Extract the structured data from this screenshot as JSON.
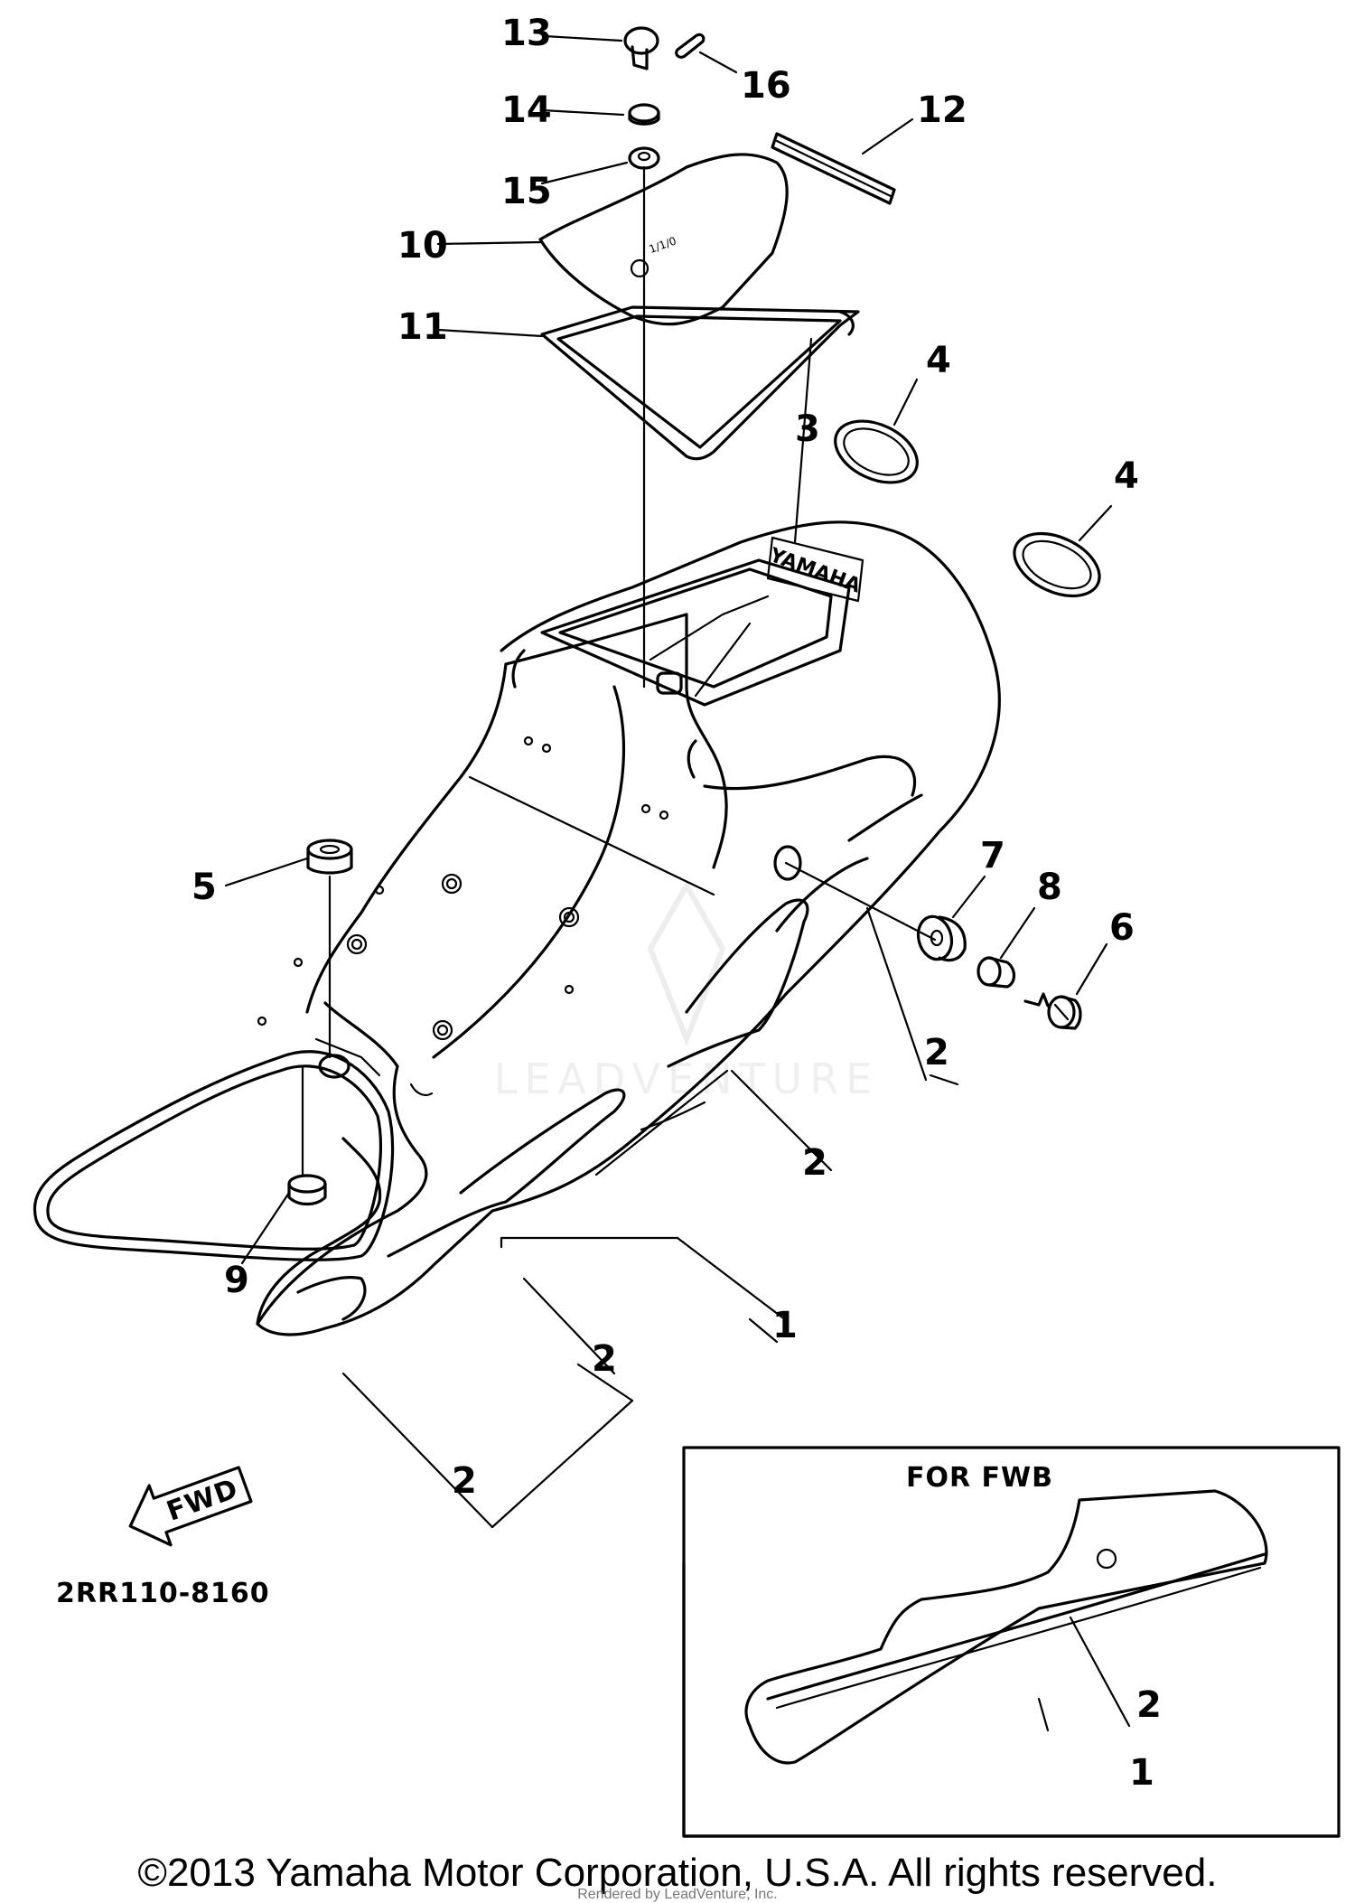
{
  "callouts": {
    "c13": "13",
    "c16": "16",
    "c14": "14",
    "c12": "12",
    "c15": "15",
    "c10": "10",
    "c11": "11",
    "c4a": "4",
    "c3": "3",
    "c4b": "4",
    "c5": "5",
    "c7": "7",
    "c8": "8",
    "c6": "6",
    "c2a": "2",
    "c2b": "2",
    "c9": "9",
    "c1": "1",
    "c2c": "2",
    "c2d": "2",
    "inset2": "2",
    "inset1": "1"
  },
  "fwd_label": "FWD",
  "diagram_code": "2RR110-8160",
  "inset_title": "FOR FWB",
  "watermark_text": "LEADVENTURE",
  "footer": {
    "copyright": "©2013 Yamaha Motor Corporation, U.S.A. All rights reserved.",
    "rendered_by": "Rendered by LeadVenture, Inc."
  },
  "colors": {
    "ink": "#000000",
    "paper": "#ffffff",
    "watermark": "#e6e6e6"
  }
}
